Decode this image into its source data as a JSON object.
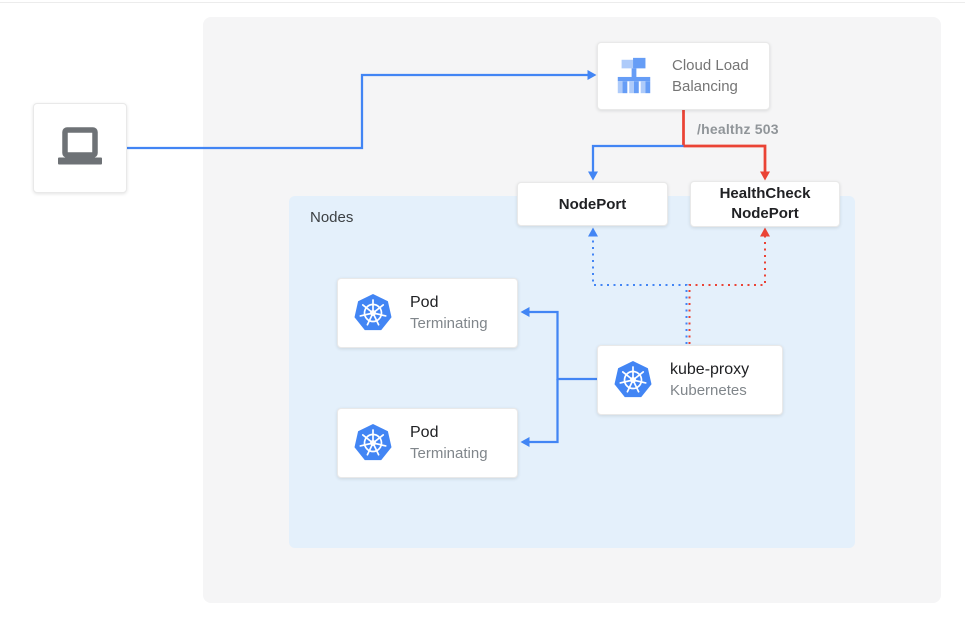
{
  "group": {
    "label": "Nodes"
  },
  "nodes": {
    "client": {
      "icon": "laptop-icon"
    },
    "cloud_load_balancing": {
      "label": "Cloud Load Balancing",
      "icon": "load-balancer-icon"
    },
    "nodeport": {
      "label": "NodePort"
    },
    "healthcheck_nodeport": {
      "line1": "HealthCheck",
      "line2": "NodePort"
    },
    "kube_proxy": {
      "title": "kube-proxy",
      "subtitle": "Kubernetes",
      "icon": "kubernetes-icon"
    }
  },
  "pods": [
    {
      "title": "Pod",
      "subtitle": "Terminating",
      "icon": "kubernetes-icon"
    },
    {
      "title": "Pod",
      "subtitle": "Terminating",
      "icon": "kubernetes-icon"
    }
  ],
  "edges": {
    "healthz_label": "/healthz 503",
    "traffic_color": "#4285f4",
    "healthcheck_color": "#ea4335"
  },
  "colors": {
    "canvas_bg": "#f5f5f6",
    "nodes_bg": "#e4f0fb",
    "box_bg": "#ffffff",
    "text_dark": "#202124",
    "text_gray": "#757575",
    "kubernetes_blue": "#4285f4",
    "lb_icon_light": "#aecbfa",
    "lb_icon_mid": "#669df6"
  }
}
